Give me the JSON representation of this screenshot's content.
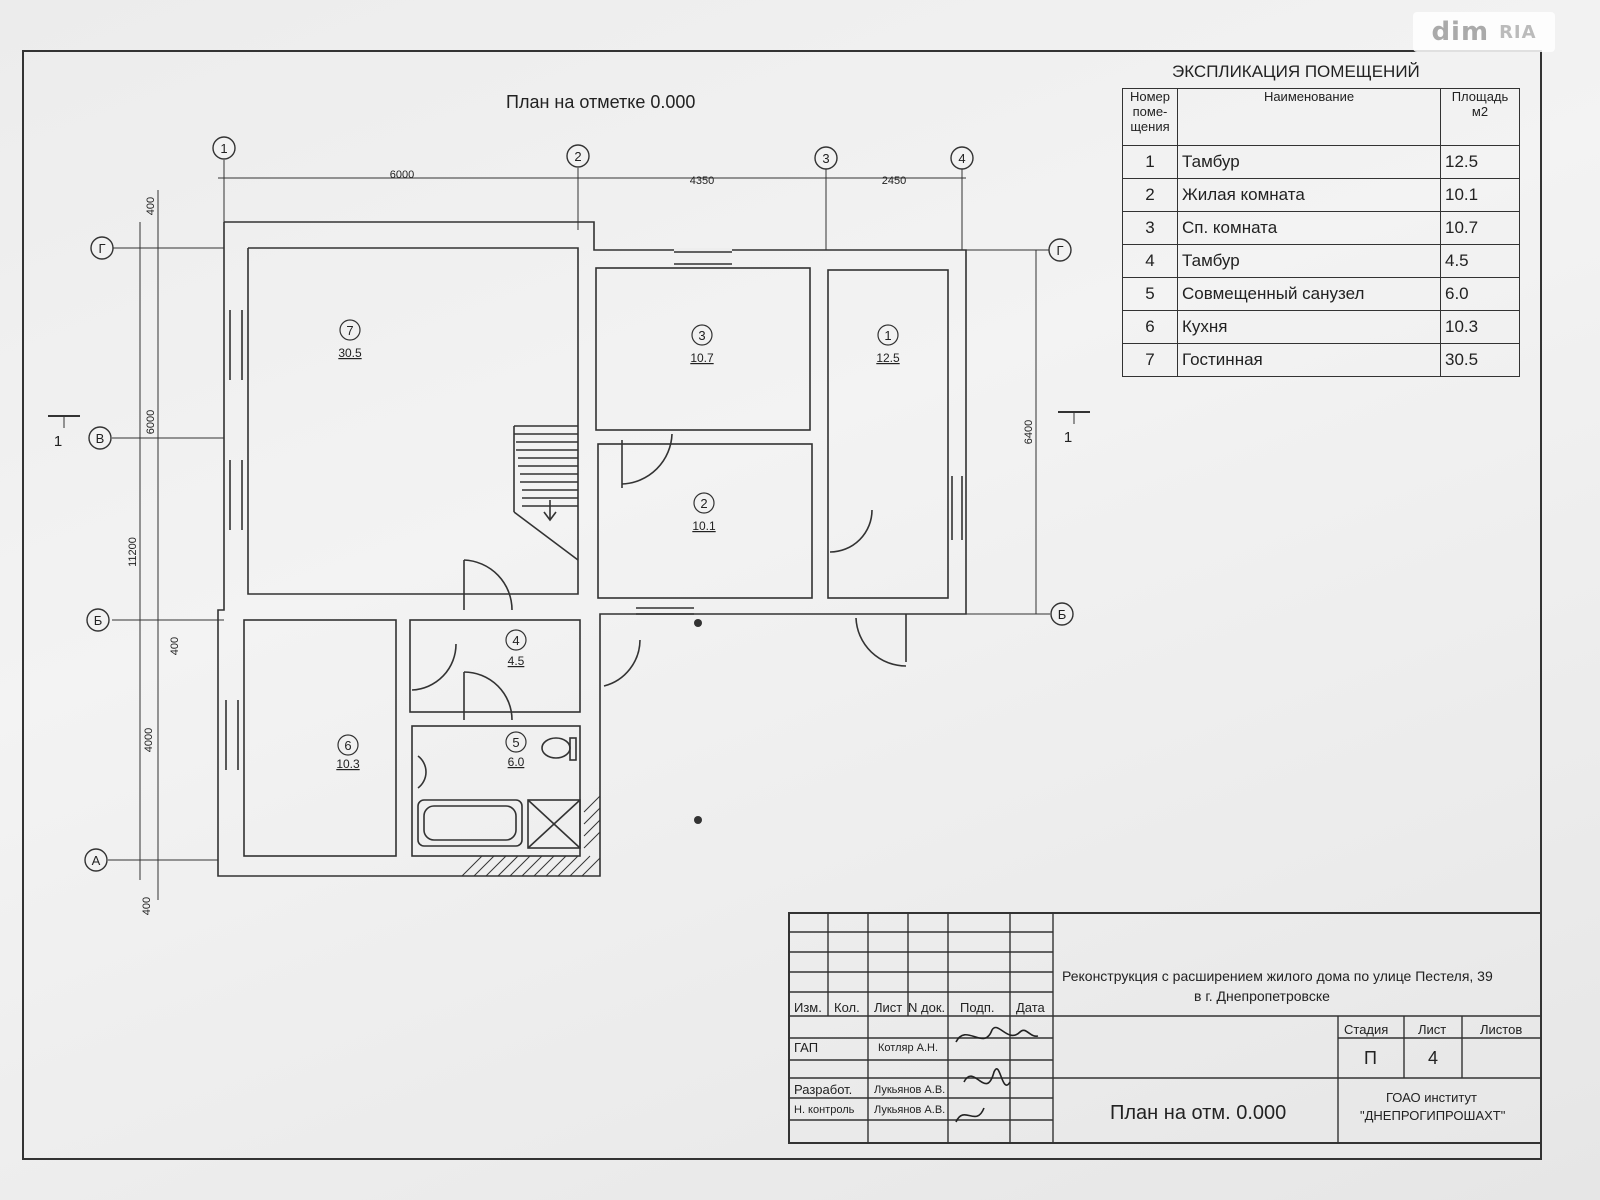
{
  "watermark": {
    "left": "dim",
    "right": "RIA"
  },
  "plan_title": "План на отметке 0.000",
  "axes": {
    "columns": [
      "1",
      "2",
      "3",
      "4"
    ],
    "rows_left": [
      "Г",
      "В",
      "Б",
      "А"
    ],
    "rows_right": [
      "Г",
      "Б"
    ],
    "section_mark": "1"
  },
  "dimensions": {
    "top": [
      "6000",
      "4350",
      "2450"
    ],
    "left": [
      "400",
      "6000",
      "11200",
      "400",
      "4000",
      "400"
    ],
    "right": [
      "6400"
    ]
  },
  "rooms": [
    {
      "num": "7",
      "area": "30.5"
    },
    {
      "num": "3",
      "area": "10.7"
    },
    {
      "num": "1",
      "area": "12.5"
    },
    {
      "num": "2",
      "area": "10.1"
    },
    {
      "num": "4",
      "area": "4.5"
    },
    {
      "num": "5",
      "area": "6.0"
    },
    {
      "num": "6",
      "area": "10.3"
    }
  ],
  "explication": {
    "title": "ЭКСПЛИКАЦИЯ ПОМЕЩЕНИЙ",
    "headers": [
      "Номер поме-щения",
      "Наименование",
      "Площадь м2"
    ],
    "rows": [
      {
        "num": "1",
        "name": "Тамбур",
        "area": "12.5"
      },
      {
        "num": "2",
        "name": "Жилая комната",
        "area": "10.1"
      },
      {
        "num": "3",
        "name": "Сп. комната",
        "area": "10.7"
      },
      {
        "num": "4",
        "name": "Тамбур",
        "area": "4.5"
      },
      {
        "num": "5",
        "name": "Совмещенный санузел",
        "area": "6.0"
      },
      {
        "num": "6",
        "name": "Кухня",
        "area": "10.3"
      },
      {
        "num": "7",
        "name": "Гостинная",
        "area": "30.5"
      }
    ]
  },
  "stamp": {
    "project_line1": "Реконструкция с расширением жилого дома по улице Пестеля, 39",
    "project_line2": "в г. Днепропетровске",
    "col_headers": [
      "Изм.",
      "Кол.",
      "Лист",
      "N док.",
      "Подп.",
      "Дата"
    ],
    "roles": [
      {
        "role": "ГАП",
        "name": "Котляр А.Н."
      },
      {
        "role": "Разработ.",
        "name": "Лукьянов А.В."
      },
      {
        "role": "Н. контроль",
        "name": "Лукьянов А.В."
      }
    ],
    "stage_label": "Стадия",
    "sheet_label": "Лист",
    "sheets_label": "Листов",
    "stage": "П",
    "sheet": "4",
    "drawing_title": "План на отм. 0.000",
    "org_line1": "ГОАО институт",
    "org_line2": "\"ДНЕПРОГИПРОШАХТ\""
  }
}
